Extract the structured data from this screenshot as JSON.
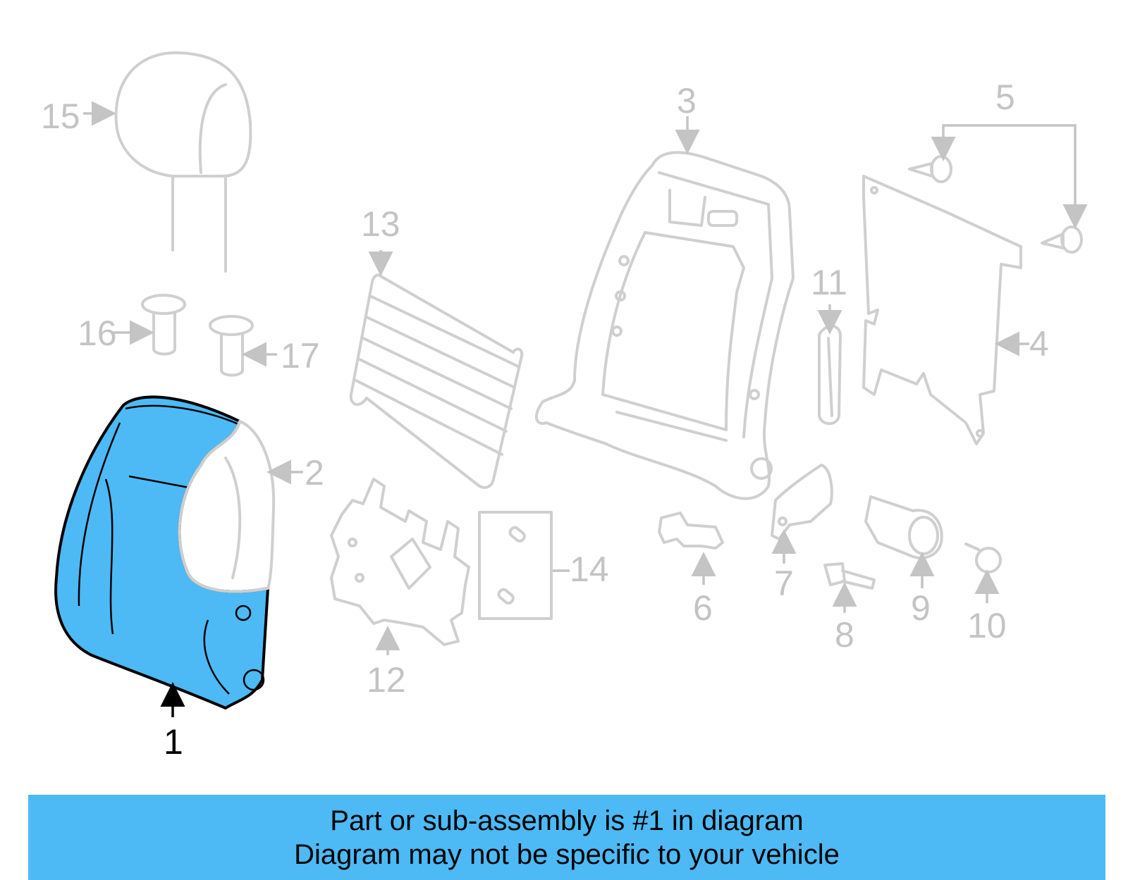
{
  "callouts": {
    "c1": "1",
    "c2": "2",
    "c3": "3",
    "c4": "4",
    "c5": "5",
    "c6": "6",
    "c7": "7",
    "c8": "8",
    "c9": "9",
    "c10": "10",
    "c11": "11",
    "c12": "12",
    "c13": "13",
    "c14": "14",
    "c15": "15",
    "c16": "16",
    "c17": "17"
  },
  "highlight": {
    "part": "1",
    "color": "#4dbaf5"
  },
  "banner": {
    "line1": "Part or sub-assembly is #1 in diagram",
    "line2": "Diagram may not be specific to your vehicle",
    "color": "#4dbaf5"
  }
}
